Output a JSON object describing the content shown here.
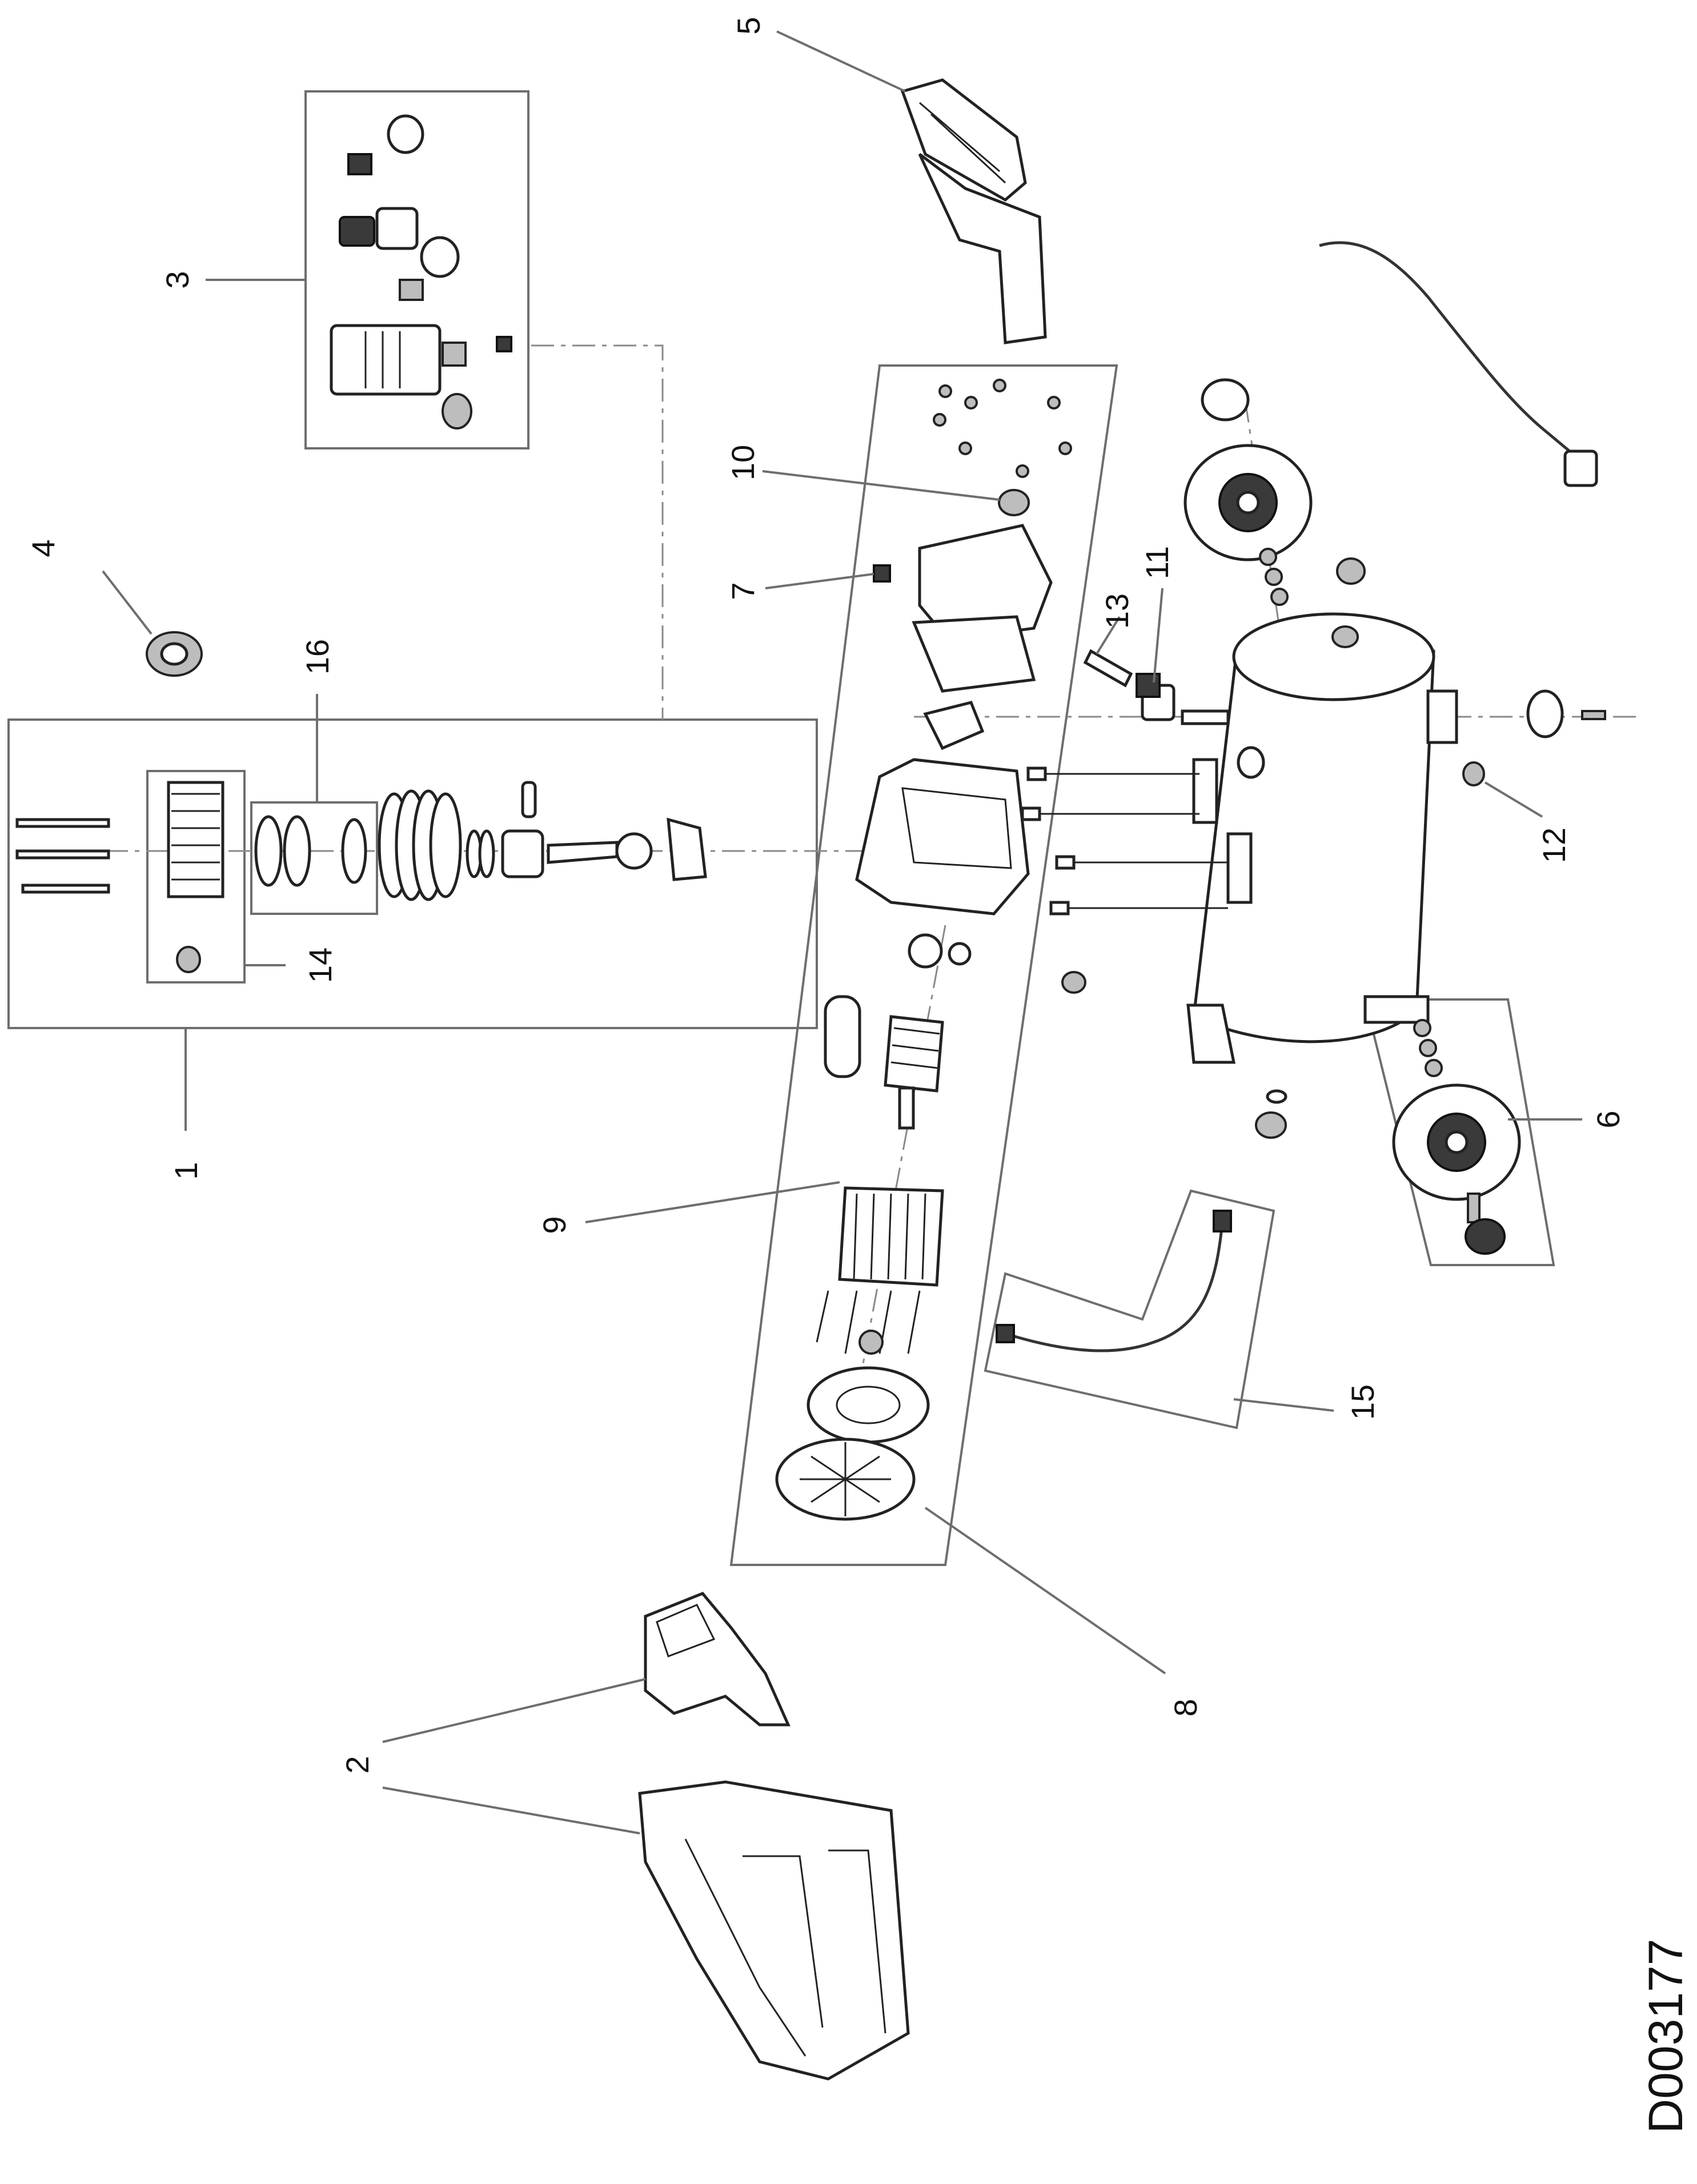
{
  "diagram": {
    "document_id": "D003177",
    "callouts": [
      {
        "id": "1",
        "label": "1"
      },
      {
        "id": "2",
        "label": "2"
      },
      {
        "id": "3",
        "label": "3"
      },
      {
        "id": "4",
        "label": "4"
      },
      {
        "id": "5",
        "label": "5"
      },
      {
        "id": "6",
        "label": "6"
      },
      {
        "id": "7",
        "label": "7"
      },
      {
        "id": "8",
        "label": "8"
      },
      {
        "id": "9",
        "label": "9"
      },
      {
        "id": "10",
        "label": "10"
      },
      {
        "id": "11",
        "label": "11"
      },
      {
        "id": "12",
        "label": "12"
      },
      {
        "id": "13",
        "label": "13"
      },
      {
        "id": "14",
        "label": "14"
      },
      {
        "id": "15",
        "label": "15"
      },
      {
        "id": "16",
        "label": "16"
      }
    ]
  }
}
